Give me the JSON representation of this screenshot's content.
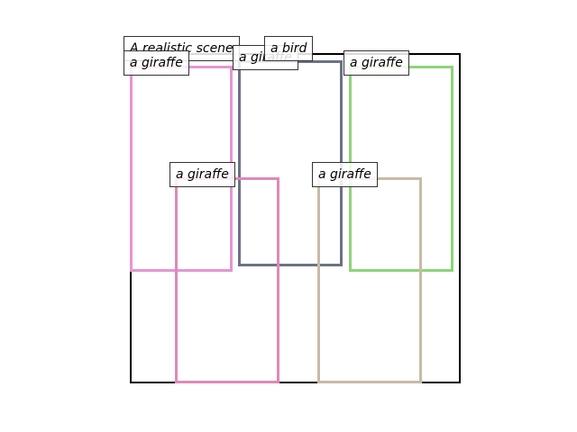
{
  "scene": {
    "caption": "A realistic scene",
    "frame_color": "#000000"
  },
  "objects": [
    {
      "label": "a giraffe",
      "color": "#e695d2"
    },
    {
      "label": "a giraffe",
      "color": "#6b7285"
    },
    {
      "label": "a giraffe",
      "color": "#8ed47a"
    },
    {
      "label": "a giraffe",
      "color": "#df89b6"
    },
    {
      "label": "a giraffe",
      "color": "#c9baa5"
    },
    {
      "label": "a bird",
      "color": "#000000"
    }
  ]
}
